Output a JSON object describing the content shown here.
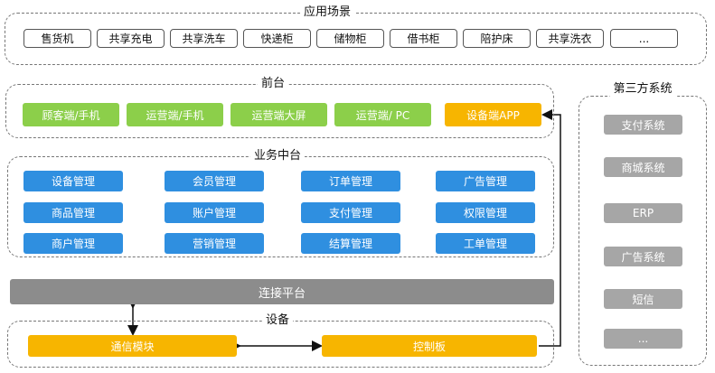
{
  "scenes": {
    "title": "应用场景",
    "items": [
      "售货机",
      "共享充电",
      "共享洗车",
      "快递柜",
      "储物柜",
      "借书柜",
      "陪护床",
      "共享洗衣",
      "..."
    ]
  },
  "frontend": {
    "title": "前台",
    "items": [
      "顾客端/手机",
      "运营端/手机",
      "运营端大屏",
      "运营端/ PC",
      "设备端APP"
    ]
  },
  "middle": {
    "title": "业务中台",
    "items": [
      "设备管理",
      "会员管理",
      "订单管理",
      "广告管理",
      "商品管理",
      "账户管理",
      "支付管理",
      "权限管理",
      "商户管理",
      "营销管理",
      "结算管理",
      "工单管理"
    ]
  },
  "connect": {
    "label": "连接平台"
  },
  "device": {
    "title": "设备",
    "items": [
      "通信模块",
      "控制板"
    ]
  },
  "third_party": {
    "title": "第三方系统",
    "items": [
      "支付系统",
      "商城系统",
      "ERP",
      "广告系统",
      "短信",
      "..."
    ]
  },
  "colors": {
    "frontend_green": "#8ccf4a",
    "device_orange": "#f7b500",
    "middle_blue": "#2f8fe0",
    "connect_gray": "#8c8c8c",
    "third_gray": "#a6a6a6"
  }
}
